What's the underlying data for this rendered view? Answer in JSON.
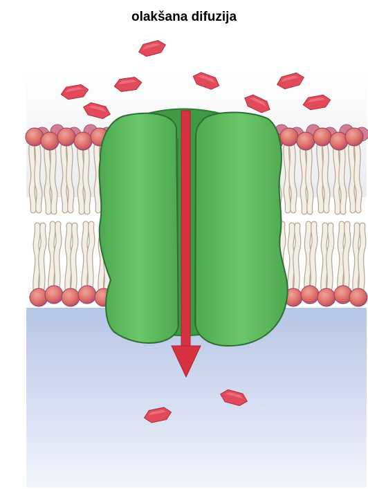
{
  "title": "olakšana difuzija",
  "colors": {
    "molecule": "#e04a5a",
    "molecule_light": "#f27a86",
    "protein": "#58b85a",
    "protein_dark": "#2f7a35",
    "protein_inner": "#3f9a45",
    "arrow": "#d6323f",
    "head_outer": "#e07a72",
    "head_mid": "#c9545a",
    "head_inner": "#a8426e",
    "tail": "#f4efe6",
    "tail_stroke": "#b8a690",
    "extracellular": "#eef0f3",
    "cytoplasm": "#b9c8e8"
  },
  "diagram": {
    "elements": [
      "extracellular molecules",
      "lipid bilayer",
      "channel protein",
      "diffusion arrow",
      "intracellular molecules"
    ]
  }
}
